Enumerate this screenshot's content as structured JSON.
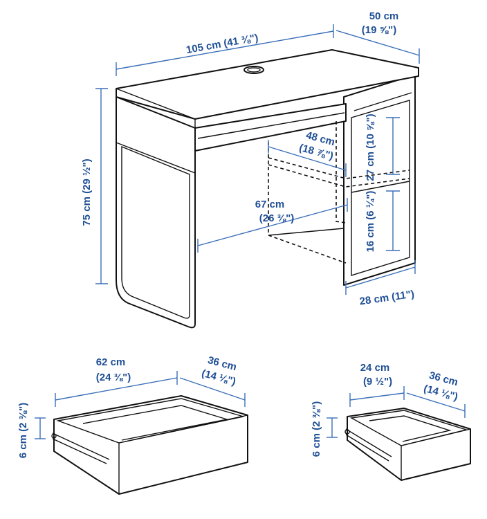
{
  "desk": {
    "width": "105 cm (41 ⅜\")",
    "depth": "50 cm",
    "depth_in": "(19 ⅝\")",
    "height": "75 cm (29 ½\")",
    "legroom_depth": "48 cm",
    "legroom_depth_in": "(18 ⅞\")",
    "legroom_width": "67 cm",
    "legroom_width_in": "(26 ⅜\")",
    "upper_compartment": "27 cm (10 ⅝\")",
    "lower_compartment": "16 cm (6 ¼\")",
    "cabinet_width": "28 cm (11\")"
  },
  "large_drawer": {
    "width": "62 cm",
    "width_in": "(24 ⅜\")",
    "depth": "36 cm",
    "depth_in": "(14 ⅛\")",
    "height": "6 cm (2 ⅜\")"
  },
  "small_drawer": {
    "width": "24 cm",
    "width_in": "(9 ½\")",
    "depth": "36 cm",
    "depth_in": "(14 ⅛\")",
    "height": "6 cm (2 ⅜\")"
  },
  "colors": {
    "dimension": "#3a6fb8",
    "label": "#1f4f95",
    "outline": "#111111"
  }
}
